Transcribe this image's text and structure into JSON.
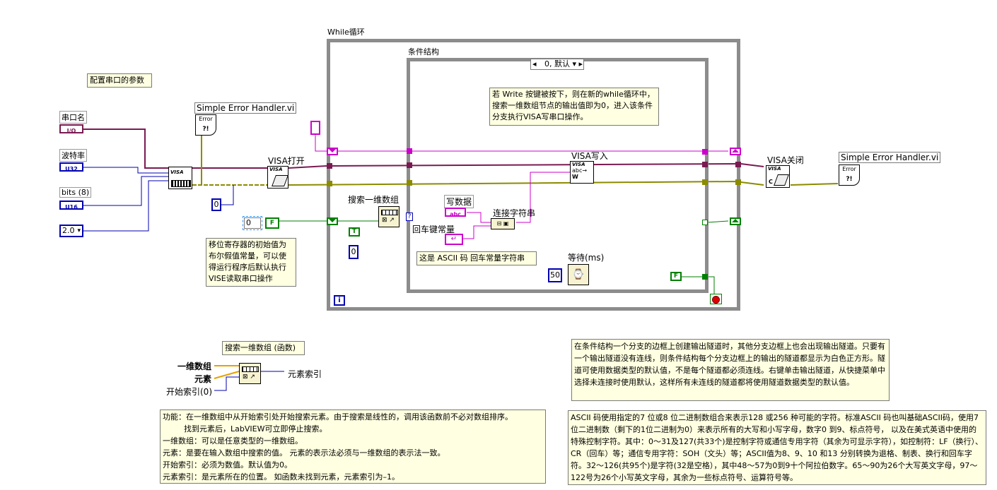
{
  "labels": {
    "while_loop": "While循环",
    "case_structure": "条件结构",
    "case_selector": "0, 默认",
    "config_serial": "配置串口的参数",
    "port_name": "串口名",
    "baud_rate": "波特率",
    "bits": "bits (8)",
    "simple_error_1": "Simple Error Handler.vi",
    "simple_error_2": "Simple Error Handler.vi",
    "visa_open": "VISA打开",
    "visa_write": "VISA写入",
    "visa_close": "VISA关闭",
    "search_array": "搜索一维数组",
    "write_data": "写数据",
    "concat_string": "连接字符串",
    "cr_constant": "回车键常量",
    "wait_ms": "等待(ms)",
    "func_title": "搜索一维数组 (函数)",
    "term_array": "一维数组",
    "term_element": "元素",
    "term_start": "开始索引(0)",
    "term_index": "元素索引"
  },
  "values": {
    "io_tag": "I/O",
    "u32_tag": "U32",
    "u16_tag": "U16",
    "abc_tag": "abc",
    "stop_bits": "2.0",
    "const_zero_1": "0",
    "const_zero_2": "0",
    "const_zero_3": "0",
    "bool_false_1": "F",
    "bool_true": "T",
    "bool_false_2": "F",
    "wait_value": "50",
    "loop_index": "i",
    "visa_tag": "VISA",
    "error_tag": "Error",
    "ascii_tag": "这是 ASCII 码 回车常量字符串"
  },
  "notes": {
    "write_trigger": "若 Write 按键被按下，则在新的while循环中，搜索一维数组节点的输出值即为0，进入该条件分支执行VISA写串口操作。",
    "shift_register": "移位寄存器的初始值为布尔假值常量，可以使得运行程序后默认执行VISE读取串口操作",
    "tunnel_note": "在条件结构一个分支的边框上创建输出隧道时，其他分支边框上也会出现输出隧道。只要有一个输出隧道没有连线，则条件结构每个分支边框上的输出的隧道都显示为白色正方形。隧道可使用数据类型的默认值，不是每个隧道都必须连线。右键单击输出隧道，从快捷菜单中选择未连接时使用默认，这样所有未连线的隧道都将使用隧道数据类型的默认值。",
    "func_desc_1": "功能：在一维数组中从开始索引处开始搜索元素。由于搜索是线性的，调用该函数前不必对数组排序。",
    "func_desc_2": "找到元素后，LabVIEW可立即停止搜索。",
    "func_desc_3": "一维数组：可以是任意类型的一维数组。",
    "func_desc_4": "元素：是要在输入数组中搜索的值。 元素的表示法必须与一维数组的表示法一致。",
    "func_desc_5": "开始索引：必须为数值。默认值为0。",
    "func_desc_6": "元素索引：是元素所在的位置。 如函数未找到元素，元素索引为–1。",
    "ascii_note": "ASCII 码使用指定的7 位或8 位二进制数组合来表示128 或256 种可能的字符。标准ASCII 码也叫基础ASCII码，使用7 位二进制数（剩下的1位二进制为0）来表示所有的大写和小写字母，数字0 到9、标点符号， 以及在美式英语中使用的特殊控制字符。其中：0～31及127(共33个)是控制字符或通信专用字符（其余为可显示字符），如控制符：LF（换行）、CR（回车）等；通信专用字符：SOH（文头）等；ASCII值为8、9、10 和13 分别转换为退格、制表、换行和回车字符。32～126(共95个)是字符(32是空格），其中48～57为0到9十个阿拉伯数字。65～90为26个大写英文字母，97～122号为26个小写英文字母，其余为一些标点符号、运算符号等。"
  },
  "colors": {
    "string_wire": "#cc00cc",
    "error_wire": "#8b8b00",
    "visa_wire": "#7a1a52",
    "numeric_wire": "#0000b0",
    "bool_wire": "#008000",
    "while_frame": "#8c8c8c",
    "case_frame": "#8c8c8c",
    "note_bg": "#ffffe1"
  }
}
